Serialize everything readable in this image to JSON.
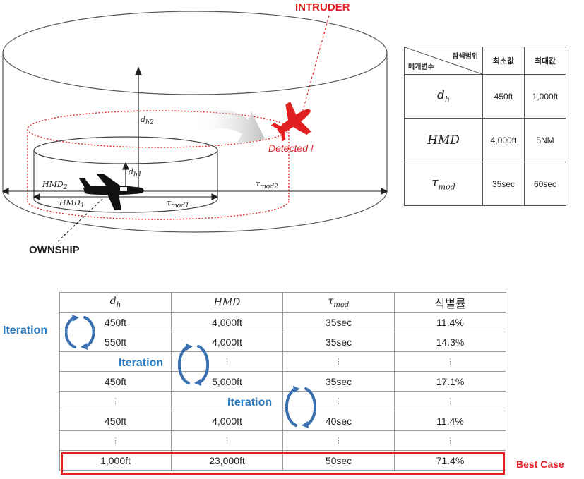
{
  "diagram": {
    "intruder_label": "INTRUDER",
    "ownship_label": "OWNSHIP",
    "detected_label": "Detected !",
    "labels": {
      "dh1": "d_h1",
      "dh2": "d_h2",
      "hmd1": "HMD_1",
      "hmd2": "HMD_2",
      "tau1": "τ_mod1",
      "tau2": "τ_mod2"
    },
    "colors": {
      "accent_red": "#e02020",
      "iteration_blue": "#2a7bbf"
    }
  },
  "range_table": {
    "header_top": "탐색범위",
    "header_bottom": "매개변수",
    "col_min": "최소값",
    "col_max": "최대값",
    "rows": [
      {
        "param": "d_h",
        "min": "450ft",
        "max": "1,000ft"
      },
      {
        "param": "HMD",
        "min": "4,000ft",
        "max": "5NM"
      },
      {
        "param": "τ_mod",
        "min": "35sec",
        "max": "60sec"
      }
    ]
  },
  "results_table": {
    "headers": [
      "d_h",
      "HMD",
      "τ_mod",
      "식별률"
    ],
    "rows": [
      [
        "450ft",
        "4,000ft",
        "35sec",
        "11.4%"
      ],
      [
        "550ft",
        "4,000ft",
        "35sec",
        "14.3%"
      ],
      [
        "",
        "⋮",
        "⋮",
        "⋮"
      ],
      [
        "450ft",
        "5,000ft",
        "35sec",
        "17.1%"
      ],
      [
        "⋮",
        "",
        "⋮",
        "⋮"
      ],
      [
        "450ft",
        "4,000ft",
        "40sec",
        "11.4%"
      ],
      [
        "⋮",
        "⋮",
        "⋮",
        "⋮"
      ],
      [
        "1,000ft",
        "23,000ft",
        "50sec",
        "71.4%"
      ]
    ],
    "iteration_label": "Iteration",
    "best_case_label": "Best Case"
  }
}
